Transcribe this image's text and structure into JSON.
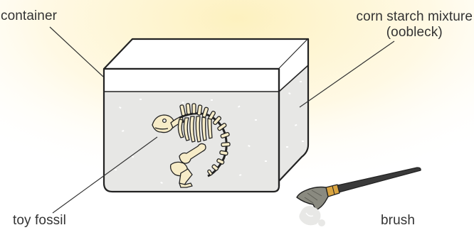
{
  "labels": {
    "container": "container",
    "mixture_line1": "corn starch mixture",
    "mixture_line2": "(oobleck)",
    "fossil": "toy fossil",
    "brush": "brush"
  },
  "colors": {
    "background_glow": "#fdf3c4",
    "outline": "#222222",
    "container_lid": "#ffffff",
    "oobleck": "#e7e7e5",
    "oobleck_speckle": "#ffffff",
    "bone": "#f7ecc8",
    "brush_handle": "#3a3a3a",
    "brush_ferrule": "#d9a441",
    "brush_bristles": "#8a8a80",
    "label_text": "#333333"
  }
}
